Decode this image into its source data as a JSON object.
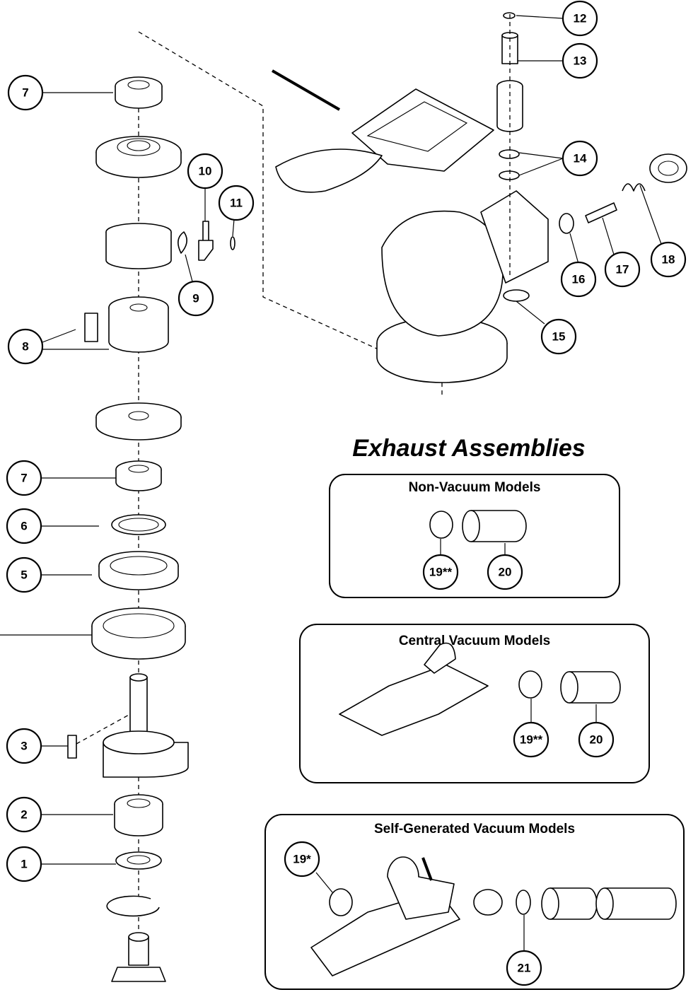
{
  "section_title": "Exhaust Assemblies",
  "boxes": {
    "non_vacuum": {
      "title": "Non-Vacuum Models"
    },
    "central_vacuum": {
      "title": "Central Vacuum Models"
    },
    "self_generated": {
      "title": "Self-Generated Vacuum Models"
    }
  },
  "callouts": {
    "c1": "1",
    "c2": "2",
    "c3": "3",
    "c5": "5",
    "c6": "6",
    "c7a": "7",
    "c7b": "7",
    "c8": "8",
    "c9": "9",
    "c10": "10",
    "c11": "11",
    "c12": "12",
    "c13": "13",
    "c14": "14",
    "c15": "15",
    "c16": "16",
    "c17": "17",
    "c18": "18",
    "c19_nonvac": "19**",
    "c20_nonvac": "20",
    "c19_central": "19**",
    "c20_central": "20",
    "c19_self": "19*",
    "c21": "21"
  }
}
